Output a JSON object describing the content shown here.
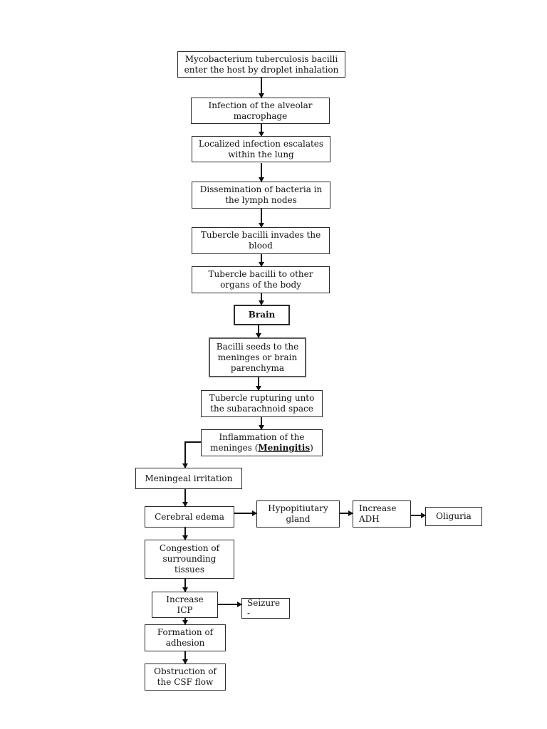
{
  "colors": {
    "background": "#ffffff",
    "box_border": "#2b2b2b",
    "arrow": "#111111",
    "text": "#111111"
  },
  "nodes": [
    {
      "id": "droplet-inhalation",
      "label": "Mycobacterium tuberculosis bacilli enter the host by droplet inhalation"
    },
    {
      "id": "alveolar-macrophage",
      "label": "Infection of the alveolar macrophage"
    },
    {
      "id": "localized-infection",
      "label": "Localized infection escalates within the lung"
    },
    {
      "id": "dissemination-lymph-nodes",
      "label": "Dissemination of bacteria in the lymph nodes"
    },
    {
      "id": "invades-blood",
      "label": "Tubercle bacilli invades the blood"
    },
    {
      "id": "other-organs",
      "label": "Tubercle bacilli to other organs of the body"
    },
    {
      "id": "brain",
      "label": "Brain"
    },
    {
      "id": "bacilli-seeds",
      "label": "Bacilli seeds to the meninges or brain parenchyma"
    },
    {
      "id": "tubercle-rupturing",
      "label": "Tubercle rupturing unto the subarachnoid space"
    },
    {
      "id": "inflammation-meningitis",
      "label_prefix": "Inflammation of the meninges (",
      "label_emphasis": "Meningitis",
      "label_suffix": ")"
    },
    {
      "id": "meningeal-irritation",
      "label": "Meningeal irritation"
    },
    {
      "id": "cerebral-edema",
      "label": "Cerebral edema"
    },
    {
      "id": "hypopituitary-gland",
      "label": "Hypopitiutary gland"
    },
    {
      "id": "increase-adh",
      "label": "Increase ADH"
    },
    {
      "id": "oliguria",
      "label": "Oliguria"
    },
    {
      "id": "congestion-surrounding-tissues",
      "label": "Congestion of surrounding tissues"
    },
    {
      "id": "increase-icp",
      "label": "Increase ICP"
    },
    {
      "id": "seizure",
      "label": "Seizure",
      "sub": "-"
    },
    {
      "id": "formation-of-adhesion",
      "label": "Formation of adhesion"
    },
    {
      "id": "obstruction-csf-flow",
      "label": "Obstruction of the CSF flow"
    }
  ],
  "edges": [
    {
      "from": "droplet-inhalation",
      "to": "alveolar-macrophage"
    },
    {
      "from": "alveolar-macrophage",
      "to": "localized-infection"
    },
    {
      "from": "localized-infection",
      "to": "dissemination-lymph-nodes"
    },
    {
      "from": "dissemination-lymph-nodes",
      "to": "invades-blood"
    },
    {
      "from": "invades-blood",
      "to": "other-organs"
    },
    {
      "from": "other-organs",
      "to": "brain"
    },
    {
      "from": "brain",
      "to": "bacilli-seeds"
    },
    {
      "from": "bacilli-seeds",
      "to": "tubercle-rupturing"
    },
    {
      "from": "tubercle-rupturing",
      "to": "inflammation-meningitis"
    },
    {
      "from": "inflammation-meningitis",
      "to": "meningeal-irritation"
    },
    {
      "from": "meningeal-irritation",
      "to": "cerebral-edema"
    },
    {
      "from": "cerebral-edema",
      "to": "hypopituitary-gland"
    },
    {
      "from": "hypopituitary-gland",
      "to": "increase-adh"
    },
    {
      "from": "increase-adh",
      "to": "oliguria"
    },
    {
      "from": "cerebral-edema",
      "to": "congestion-surrounding-tissues"
    },
    {
      "from": "congestion-surrounding-tissues",
      "to": "increase-icp"
    },
    {
      "from": "increase-icp",
      "to": "seizure"
    },
    {
      "from": "increase-icp",
      "to": "formation-of-adhesion"
    },
    {
      "from": "formation-of-adhesion",
      "to": "obstruction-csf-flow"
    }
  ]
}
